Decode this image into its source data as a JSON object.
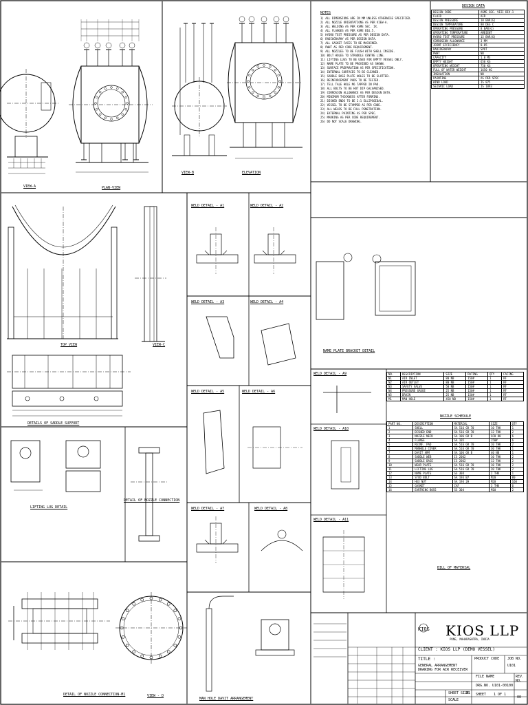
{
  "captions": {
    "view_a": "VIEW-A",
    "plan_top": "PLAN-VIEW",
    "view_b": "VIEW-B",
    "elevation": "ELEVATION",
    "top_view": "TOP VIEW",
    "view_c": "VIEW-C",
    "saddle_detail": "DETAILS OF SADDLE SUPPORT",
    "weld_a1": "WELD DETAIL - A1",
    "weld_a2": "WELD DETAIL - A2",
    "weld_a3": "WELD DETAIL - A3",
    "weld_a4": "WELD DETAIL - A4",
    "weld_a5": "WELD DETAIL - A5",
    "weld_a6": "WELD DETAIL - A6",
    "weld_a7": "WELD DETAIL - A7",
    "weld_a8": "WELD DETAIL - A8",
    "weld_a9": "WELD DETAIL - A9",
    "weld_a10": "WELD DETAIL - A10",
    "weld_a11": "WELD DETAIL - A11",
    "lifting_lug": "LIFTING LUG DETAIL",
    "nozzle_conn": "DETAIL OF NOZZLE CONNECTION",
    "nozzle_m1": "DETAIL OF NOZZLE CONNECTION-M1",
    "view_d": "VIEW - D",
    "manhole_davit": "MAN HOLE DAVIT ARRANGEMENT"
  },
  "notes_title": "NOTES",
  "notes": [
    "1) ALL DIMENSIONS ARE IN MM UNLESS OTHERWISE SPECIFIED.",
    "2) ALL NOZZLE ORIENTATIONS AS PER VIEW-A.",
    "3) ALL WELDING AS PER ASME SEC. IX.",
    "4) ALL FLANGES AS PER ASME B16.5.",
    "5) HYDRO TEST PRESSURE AS PER DESIGN DATA.",
    "6) RADIOGRAPHY AS PER DESIGN DATA.",
    "7) ALL GASKET FACES TO BE MACHINED.",
    "8) PWHT AS PER CODE REQUIREMENT.",
    "9) ALL NOZZLES TO BE FLUSH WITH SHELL INSIDE.",
    "10) BOLT HOLES TO STRADDLE CENTRE LINE.",
    "11) LIFTING LUGS TO BE USED FOR EMPTY VESSEL ONLY.",
    "12) NAME PLATE TO BE PROVIDED AS SHOWN.",
    "13) SURFACE PREPARATION AS PER SPECIFICATION.",
    "14) INTERNAL SURFACES TO BE CLEANED.",
    "15) SADDLE BASE PLATE HOLES TO BE SLOTTED.",
    "16) REINFORCEMENT PADS TO BE TESTED.",
    "17) TELL TALE HOLE M6 TAPPED IN PAD.",
    "18) ALL BOLTS TO BE HOT DIP GALVANISED.",
    "19) CORROSION ALLOWANCE AS PER DESIGN DATA.",
    "20) MINIMUM THICKNESS AFTER FORMING.",
    "21) DISHED ENDS TO BE 2:1 ELLIPSOIDAL.",
    "22) VESSEL TO BE STAMPED AS PER CODE.",
    "23) ALL WELDS TO BE FULL PENETRATION.",
    "24) EXTERNAL PAINTING AS PER SPEC.",
    "25) MARKING AS PER CODE REQUIREMENT.",
    "26) DO NOT SCALE DRAWING."
  ],
  "design_data": {
    "title": "DESIGN DATA",
    "rows": [
      [
        "DESIGN CODE",
        "ASME SEC. VIII DIV.1"
      ],
      [
        "FLUID",
        "AIR"
      ],
      [
        "DESIGN PRESSURE",
        "10 BAR(G)"
      ],
      [
        "DESIGN TEMPERATURE",
        "80 DEG C"
      ],
      [
        "OPERATING PRESSURE",
        "8 BAR(G)"
      ],
      [
        "OPERATING TEMPERATURE",
        "AMBIENT"
      ],
      [
        "HYDRO TEST PRESSURE",
        "15 BAR(G)"
      ],
      [
        "CORROSION ALLOWANCE",
        "3 MM"
      ],
      [
        "JOINT EFFICIENCY",
        "0.85"
      ],
      [
        "RADIOGRAPHY",
        "SPOT"
      ],
      [
        "PWHT",
        "NO"
      ],
      [
        "CAPACITY",
        "1.0 M3"
      ],
      [
        "EMPTY WEIGHT",
        "650 KG"
      ],
      [
        "OPERATING WEIGHT",
        "750 KG"
      ],
      [
        "FULL OF WATER WEIGHT",
        "1650 KG"
      ],
      [
        "INSULATION",
        "NO"
      ],
      [
        "PAINTING",
        "AS PER SPEC"
      ],
      [
        "WIND LOAD",
        "IS 875"
      ],
      [
        "SEISMIC LOAD",
        "IS 1893"
      ]
    ]
  },
  "nozzle_schedule": {
    "title": "NOZZLE SCHEDULE",
    "headers": [
      "NO.",
      "DESCRIPTION",
      "SIZE",
      "RATING",
      "QTY",
      "FACING"
    ],
    "rows": [
      [
        "N1",
        "AIR INLET",
        "80 NB",
        "150#",
        "1",
        "RF"
      ],
      [
        "N2",
        "AIR OUTLET",
        "80 NB",
        "150#",
        "1",
        "RF"
      ],
      [
        "N3",
        "SAFETY VALVE",
        "50 NB",
        "150#",
        "1",
        "RF"
      ],
      [
        "N4",
        "PRESSURE GAUGE",
        "25 NB",
        "150#",
        "1",
        "RF"
      ],
      [
        "N5",
        "DRAIN",
        "25 NB",
        "150#",
        "1",
        "RF"
      ],
      [
        "M1",
        "MAN HOLE",
        "450 NB",
        "150#",
        "1",
        "RF"
      ]
    ]
  },
  "bill_of_material": {
    "title": "BILL OF MATERIAL",
    "headers": [
      "PART NO.",
      "DESCRIPTION",
      "MATERIAL",
      "SIZE",
      "QTY"
    ],
    "rows": [
      [
        "1",
        "SHELL",
        "SA 516 GR 70",
        "10 THK",
        "1"
      ],
      [
        "2",
        "DISHED END",
        "SA 516 GR 70",
        "12 THK",
        "2"
      ],
      [
        "3",
        "NOZZLE NECK",
        "SA 106 GR B",
        "SCH 80",
        "6"
      ],
      [
        "4",
        "FLANGE",
        "SA 105",
        "150#",
        "6"
      ],
      [
        "5",
        "REINF. PAD",
        "SA 516 GR 70",
        "10 THK",
        "2"
      ],
      [
        "6",
        "MANHOLE COVER",
        "SA 516 GR 70",
        "30 THK",
        "1"
      ],
      [
        "7",
        "DAVIT ARM",
        "SA 106 GR B",
        "40 NB",
        "1"
      ],
      [
        "8",
        "SADDLE WEB",
        "IS 2062",
        "10 THK",
        "2"
      ],
      [
        "9",
        "SADDLE BASE",
        "IS 2062",
        "12 THK",
        "2"
      ],
      [
        "10",
        "WEAR PLATE",
        "SA 516 GR 70",
        "10 THK",
        "2"
      ],
      [
        "11",
        "LIFTING LUG",
        "SA 516 GR 70",
        "20 THK",
        "2"
      ],
      [
        "12",
        "NAME PLATE",
        "SS 304",
        "2 THK",
        "1"
      ],
      [
        "13",
        "STUD BOLT",
        "SA 193 B7",
        "M20",
        "80"
      ],
      [
        "14",
        "HEX NUT",
        "SA 194 2H",
        "M20",
        "160"
      ],
      [
        "15",
        "GASKET",
        "CAF",
        "3 THK",
        "6"
      ],
      [
        "16",
        "EARTHING BOSS",
        "SS 304",
        "M10",
        "2"
      ]
    ]
  },
  "name_plate_caption": "NAME PLATE BRACKET DETAIL",
  "company": {
    "logo": "KIOS LLP",
    "logo_small": "KIOS",
    "address": "PUNE, MAHARASHTRA, INDIA",
    "client": "CLIENT : KIOS LLP (DEMO VESSEL)",
    "title_label": "TITLE :",
    "title": "GENERAL ARRANGEMENT DRAWING FOR AIR RECEIVER",
    "product_code_label": "PRODUCT CODE",
    "job_no_label": "JOB NO.",
    "job_no": "U101",
    "file_name_label": "FILE NAME",
    "drg_no_label": "DRG.NO.",
    "drg_no": "U101-00100",
    "sheet_size_label": "SHEET SIZE",
    "sheet_size": "A1",
    "scale_label": "SCALE",
    "sheet_label": "SHEET",
    "sheet": "1 OF 1",
    "rev_label": "REV. NO.",
    "rev": "00"
  }
}
